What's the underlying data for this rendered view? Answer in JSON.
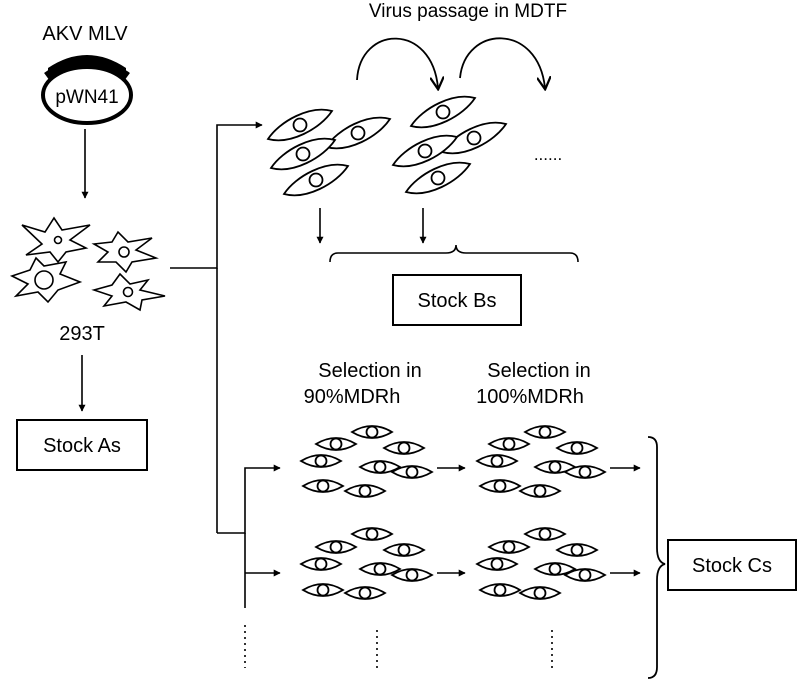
{
  "plasmid": {
    "virus_label": "AKV MLV",
    "name": "pWN41"
  },
  "cells_293t": {
    "label": "293T"
  },
  "stock_a": {
    "label": "Stock As"
  },
  "passage": {
    "title": "Virus passage in MDTF",
    "ellipsis": "......",
    "stock_label": "Stock Bs"
  },
  "selection": {
    "step1_line1": "Selection in",
    "step1_line2": "90%MDRh",
    "step2_line1": "Selection in",
    "step2_line2": "100%MDRh",
    "stock_label": "Stock Cs"
  },
  "icons": {
    "plasmid": "plasmid-ring-icon",
    "transfected_cells": "star-shaped-cell-icon",
    "mdtf_cells": "spindle-cell-icon",
    "mdrh_cells": "eye-shaped-cell-icon"
  }
}
